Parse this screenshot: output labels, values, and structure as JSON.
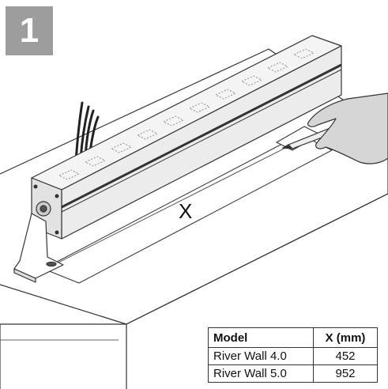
{
  "step": {
    "number": "1"
  },
  "dimension": {
    "label": "X"
  },
  "table": {
    "headers": [
      "Model",
      "X (mm)"
    ],
    "rows": [
      {
        "model": "River Wall 4.0",
        "x": "452"
      },
      {
        "model": "River Wall 5.0",
        "x": "952"
      }
    ]
  },
  "colors": {
    "badge": "#9d9d9d",
    "line": "#333333"
  },
  "icons": [
    "led-bar-fixture",
    "mounting-bracket",
    "cable-bundle",
    "pencil-icon",
    "hand-icon",
    "template-sheet"
  ]
}
